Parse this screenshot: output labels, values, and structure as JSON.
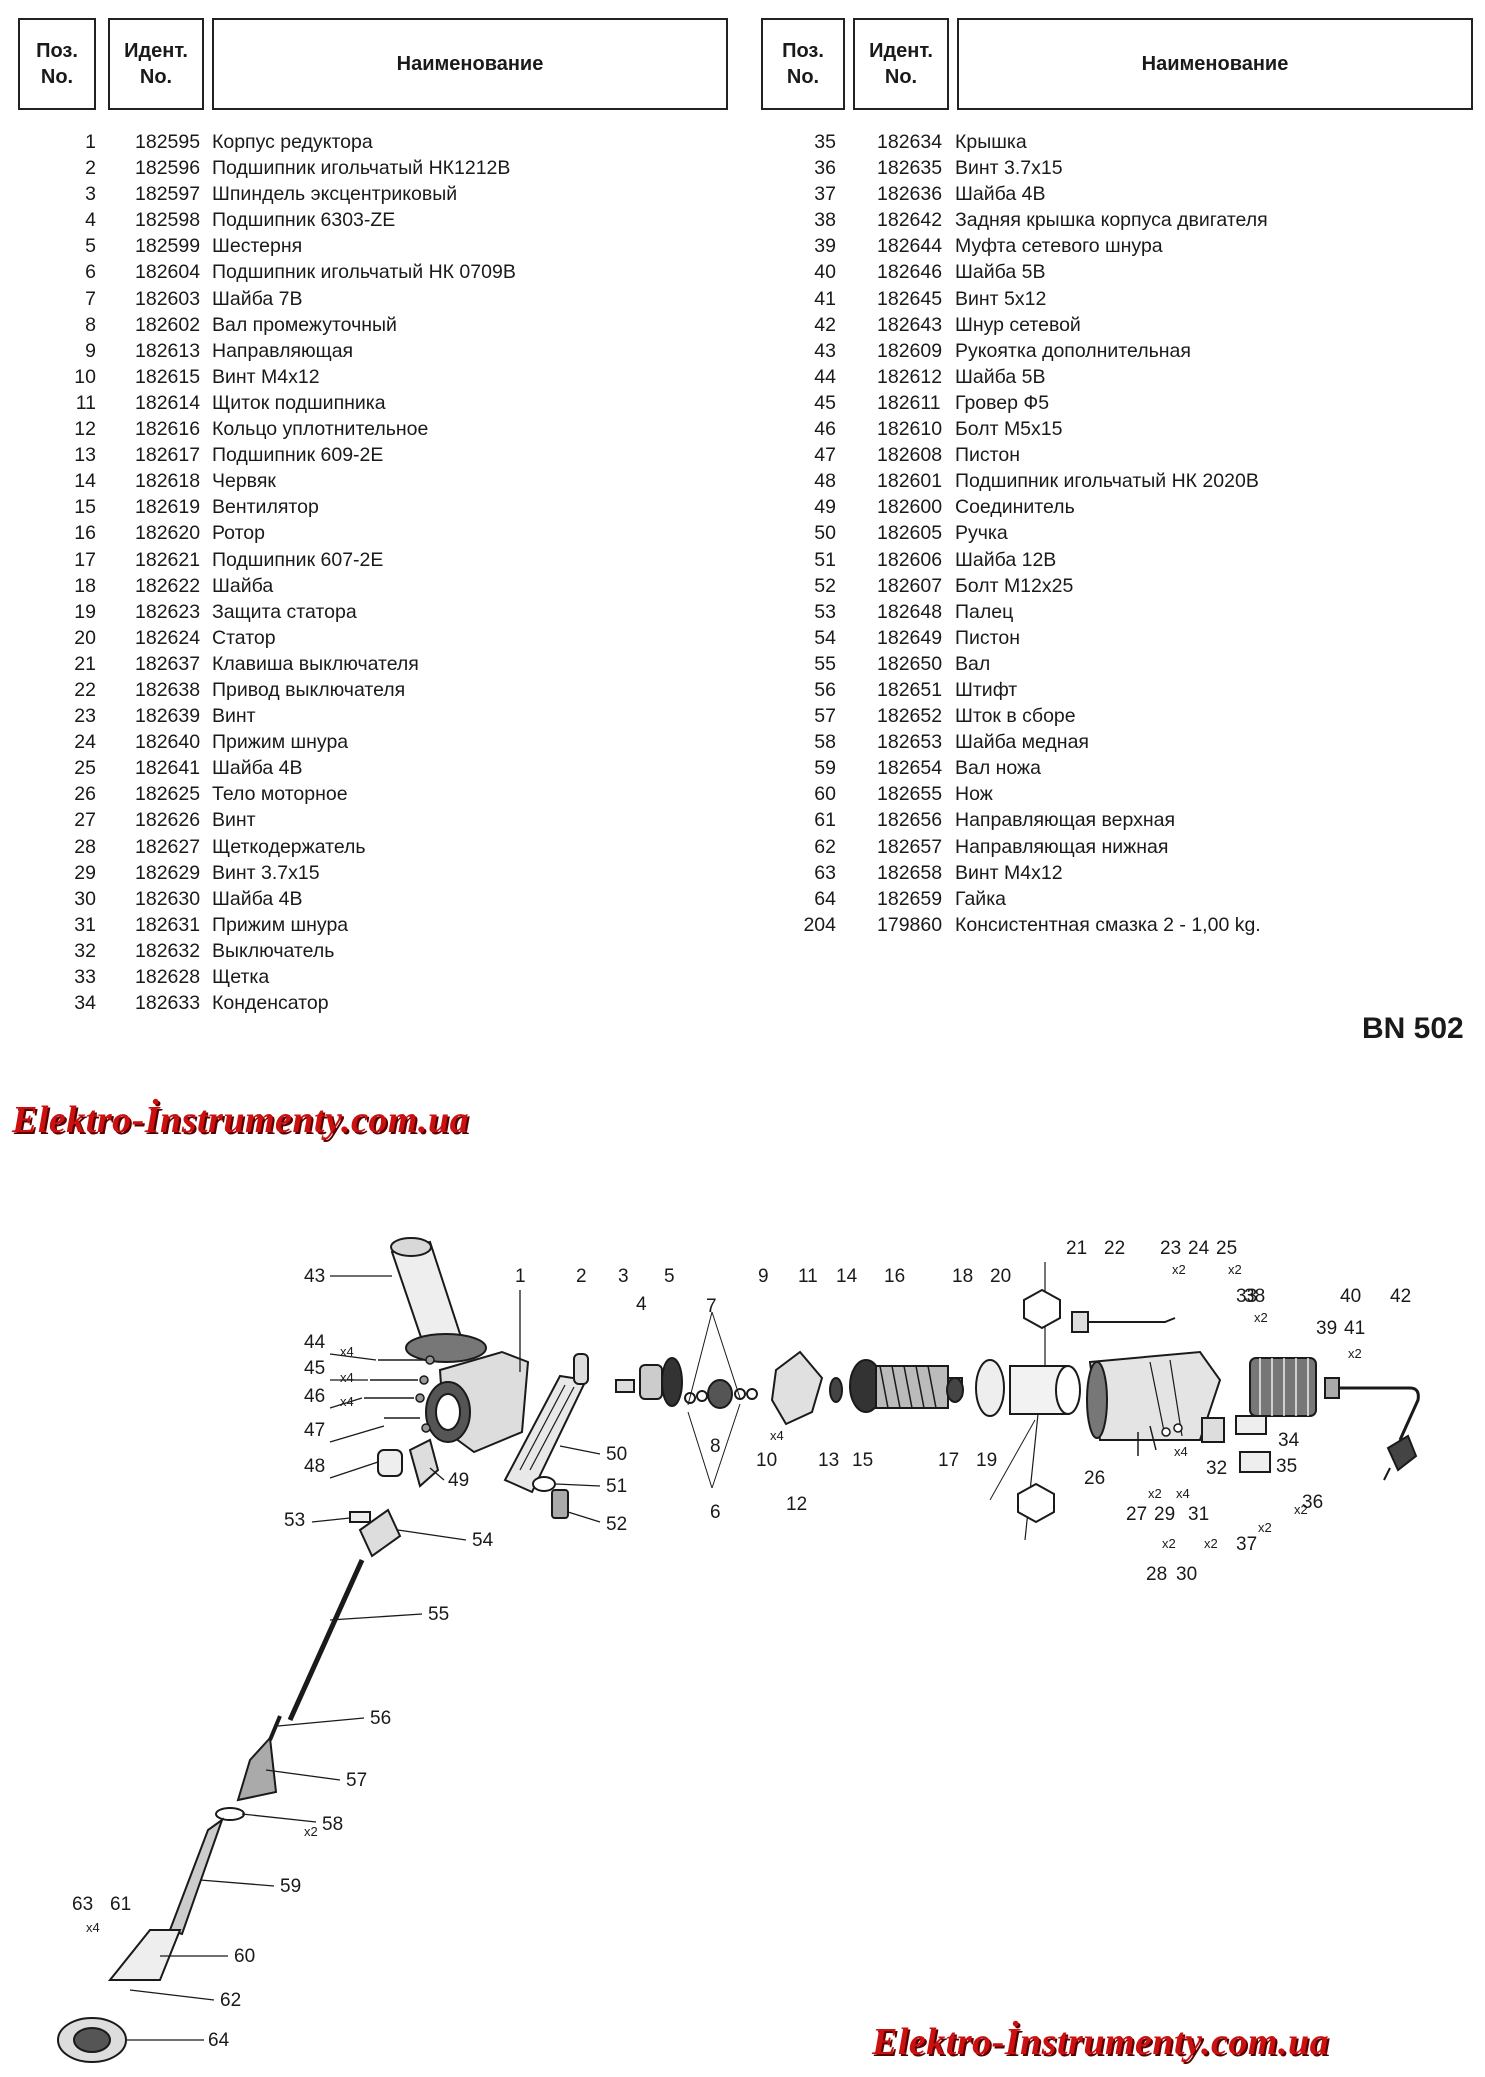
{
  "headers": {
    "pos": "Поз.\nNo.",
    "ident": "Идент.\nNo.",
    "name": "Наименование"
  },
  "parts_left": [
    {
      "pos": "1",
      "id": "182595",
      "name": "Корпус редуктора"
    },
    {
      "pos": "2",
      "id": "182596",
      "name": "Подшипник игольчатый НК1212В"
    },
    {
      "pos": "3",
      "id": "182597",
      "name": "Шпиндель эксцентриковый"
    },
    {
      "pos": "4",
      "id": "182598",
      "name": "Подшипник 6303-ZE"
    },
    {
      "pos": "5",
      "id": "182599",
      "name": "Шестерня"
    },
    {
      "pos": "6",
      "id": "182604",
      "name": "Подшипник игольчатый НК 0709В"
    },
    {
      "pos": "7",
      "id": "182603",
      "name": "Шайба 7В"
    },
    {
      "pos": "8",
      "id": "182602",
      "name": "Вал промежуточный"
    },
    {
      "pos": "9",
      "id": "182613",
      "name": "Направляющая"
    },
    {
      "pos": "10",
      "id": "182615",
      "name": "Винт М4x12"
    },
    {
      "pos": "11",
      "id": "182614",
      "name": "Щиток подшипника"
    },
    {
      "pos": "12",
      "id": "182616",
      "name": "Кольцо уплотнительное"
    },
    {
      "pos": "13",
      "id": "182617",
      "name": "Подшипник 609-2E"
    },
    {
      "pos": "14",
      "id": "182618",
      "name": "Червяк"
    },
    {
      "pos": "15",
      "id": "182619",
      "name": "Вентилятор"
    },
    {
      "pos": "16",
      "id": "182620",
      "name": "Ротор"
    },
    {
      "pos": "17",
      "id": "182621",
      "name": "Подшипник 607-2E"
    },
    {
      "pos": "18",
      "id": "182622",
      "name": "Шайба"
    },
    {
      "pos": "19",
      "id": "182623",
      "name": "Защита статора"
    },
    {
      "pos": "20",
      "id": "182624",
      "name": "Статор"
    },
    {
      "pos": "21",
      "id": "182637",
      "name": "Клавиша выключателя"
    },
    {
      "pos": "22",
      "id": "182638",
      "name": "Привод выключателя"
    },
    {
      "pos": "23",
      "id": "182639",
      "name": "Винт"
    },
    {
      "pos": "24",
      "id": "182640",
      "name": "Прижим шнура"
    },
    {
      "pos": "25",
      "id": "182641",
      "name": "Шайба 4В"
    },
    {
      "pos": "26",
      "id": "182625",
      "name": "Тело моторное"
    },
    {
      "pos": "27",
      "id": "182626",
      "name": "Винт"
    },
    {
      "pos": "28",
      "id": "182627",
      "name": "Щеткодержатель"
    },
    {
      "pos": "29",
      "id": "182629",
      "name": "Винт 3.7x15"
    },
    {
      "pos": "30",
      "id": "182630",
      "name": "Шайба 4В"
    },
    {
      "pos": "31",
      "id": "182631",
      "name": "Прижим шнура"
    },
    {
      "pos": "32",
      "id": "182632",
      "name": "Выключатель"
    },
    {
      "pos": "33",
      "id": "182628",
      "name": "Щетка"
    },
    {
      "pos": "34",
      "id": "182633",
      "name": "Конденсатор"
    }
  ],
  "parts_right": [
    {
      "pos": "35",
      "id": "182634",
      "name": "Крышка"
    },
    {
      "pos": "36",
      "id": "182635",
      "name": "Винт 3.7x15"
    },
    {
      "pos": "37",
      "id": "182636",
      "name": "Шайба 4В"
    },
    {
      "pos": "38",
      "id": "182642",
      "name": "Задняя крышка корпуса двигателя"
    },
    {
      "pos": "39",
      "id": "182644",
      "name": "Муфта сетевого шнура"
    },
    {
      "pos": "40",
      "id": "182646",
      "name": "Шайба 5В"
    },
    {
      "pos": "41",
      "id": "182645",
      "name": "Винт 5x12"
    },
    {
      "pos": "42",
      "id": "182643",
      "name": "Шнур сетевой"
    },
    {
      "pos": "43",
      "id": "182609",
      "name": "Рукоятка дополнительная"
    },
    {
      "pos": "44",
      "id": "182612",
      "name": "Шайба 5В"
    },
    {
      "pos": "45",
      "id": "182611",
      "name": "Гровер Ф5"
    },
    {
      "pos": "46",
      "id": "182610",
      "name": "Болт M5x15"
    },
    {
      "pos": "47",
      "id": "182608",
      "name": "Пистон"
    },
    {
      "pos": "48",
      "id": "182601",
      "name": "Подшипник игольчатый НК 2020В"
    },
    {
      "pos": "49",
      "id": "182600",
      "name": "Соединитель"
    },
    {
      "pos": "50",
      "id": "182605",
      "name": "Ручка"
    },
    {
      "pos": "51",
      "id": "182606",
      "name": "Шайба 12В"
    },
    {
      "pos": "52",
      "id": "182607",
      "name": "Болт M12x25"
    },
    {
      "pos": "53",
      "id": "182648",
      "name": "Палец"
    },
    {
      "pos": "54",
      "id": "182649",
      "name": "Пистон"
    },
    {
      "pos": "55",
      "id": "182650",
      "name": "Вал"
    },
    {
      "pos": "56",
      "id": "182651",
      "name": "Штифт"
    },
    {
      "pos": "57",
      "id": "182652",
      "name": "Шток в сборе"
    },
    {
      "pos": "58",
      "id": "182653",
      "name": "Шайба медная"
    },
    {
      "pos": "59",
      "id": "182654",
      "name": "Вал ножа"
    },
    {
      "pos": "60",
      "id": "182655",
      "name": "Нож"
    },
    {
      "pos": "61",
      "id": "182656",
      "name": "Направляющая верхная"
    },
    {
      "pos": "62",
      "id": "182657",
      "name": "Направляющая нижная"
    },
    {
      "pos": "63",
      "id": "182658",
      "name": "Винт М4x12"
    },
    {
      "pos": "64",
      "id": "182659",
      "name": "Гайка"
    },
    {
      "pos": "204",
      "id": "179860",
      "name": "Консистентная смазка 2  - 1,00 kg."
    }
  ],
  "model": "BN  502",
  "watermark": "Elektro-İnstrumenty.com.ua",
  "diagram_labels": [
    "1",
    "2",
    "3",
    "4",
    "5",
    "6",
    "7",
    "8",
    "9",
    "10",
    "11",
    "12",
    "13",
    "14",
    "15",
    "16",
    "17",
    "18",
    "19",
    "20",
    "21",
    "22",
    "23",
    "24",
    "25",
    "26",
    "27",
    "28",
    "29",
    "30",
    "31",
    "32",
    "33",
    "34",
    "35",
    "36",
    "37",
    "38",
    "39",
    "40",
    "41",
    "42",
    "43",
    "44",
    "45",
    "46",
    "47",
    "48",
    "49",
    "50",
    "51",
    "52",
    "53",
    "54",
    "55",
    "56",
    "57",
    "58",
    "59",
    "60",
    "61",
    "62",
    "63",
    "64"
  ],
  "diagram_qty": [
    "x4",
    "x4",
    "x4",
    "x4",
    "x2",
    "x2",
    "x2",
    "x2",
    "x4",
    "x2",
    "x4",
    "x2",
    "x2",
    "x2",
    "x2",
    "x2",
    "x4"
  ]
}
